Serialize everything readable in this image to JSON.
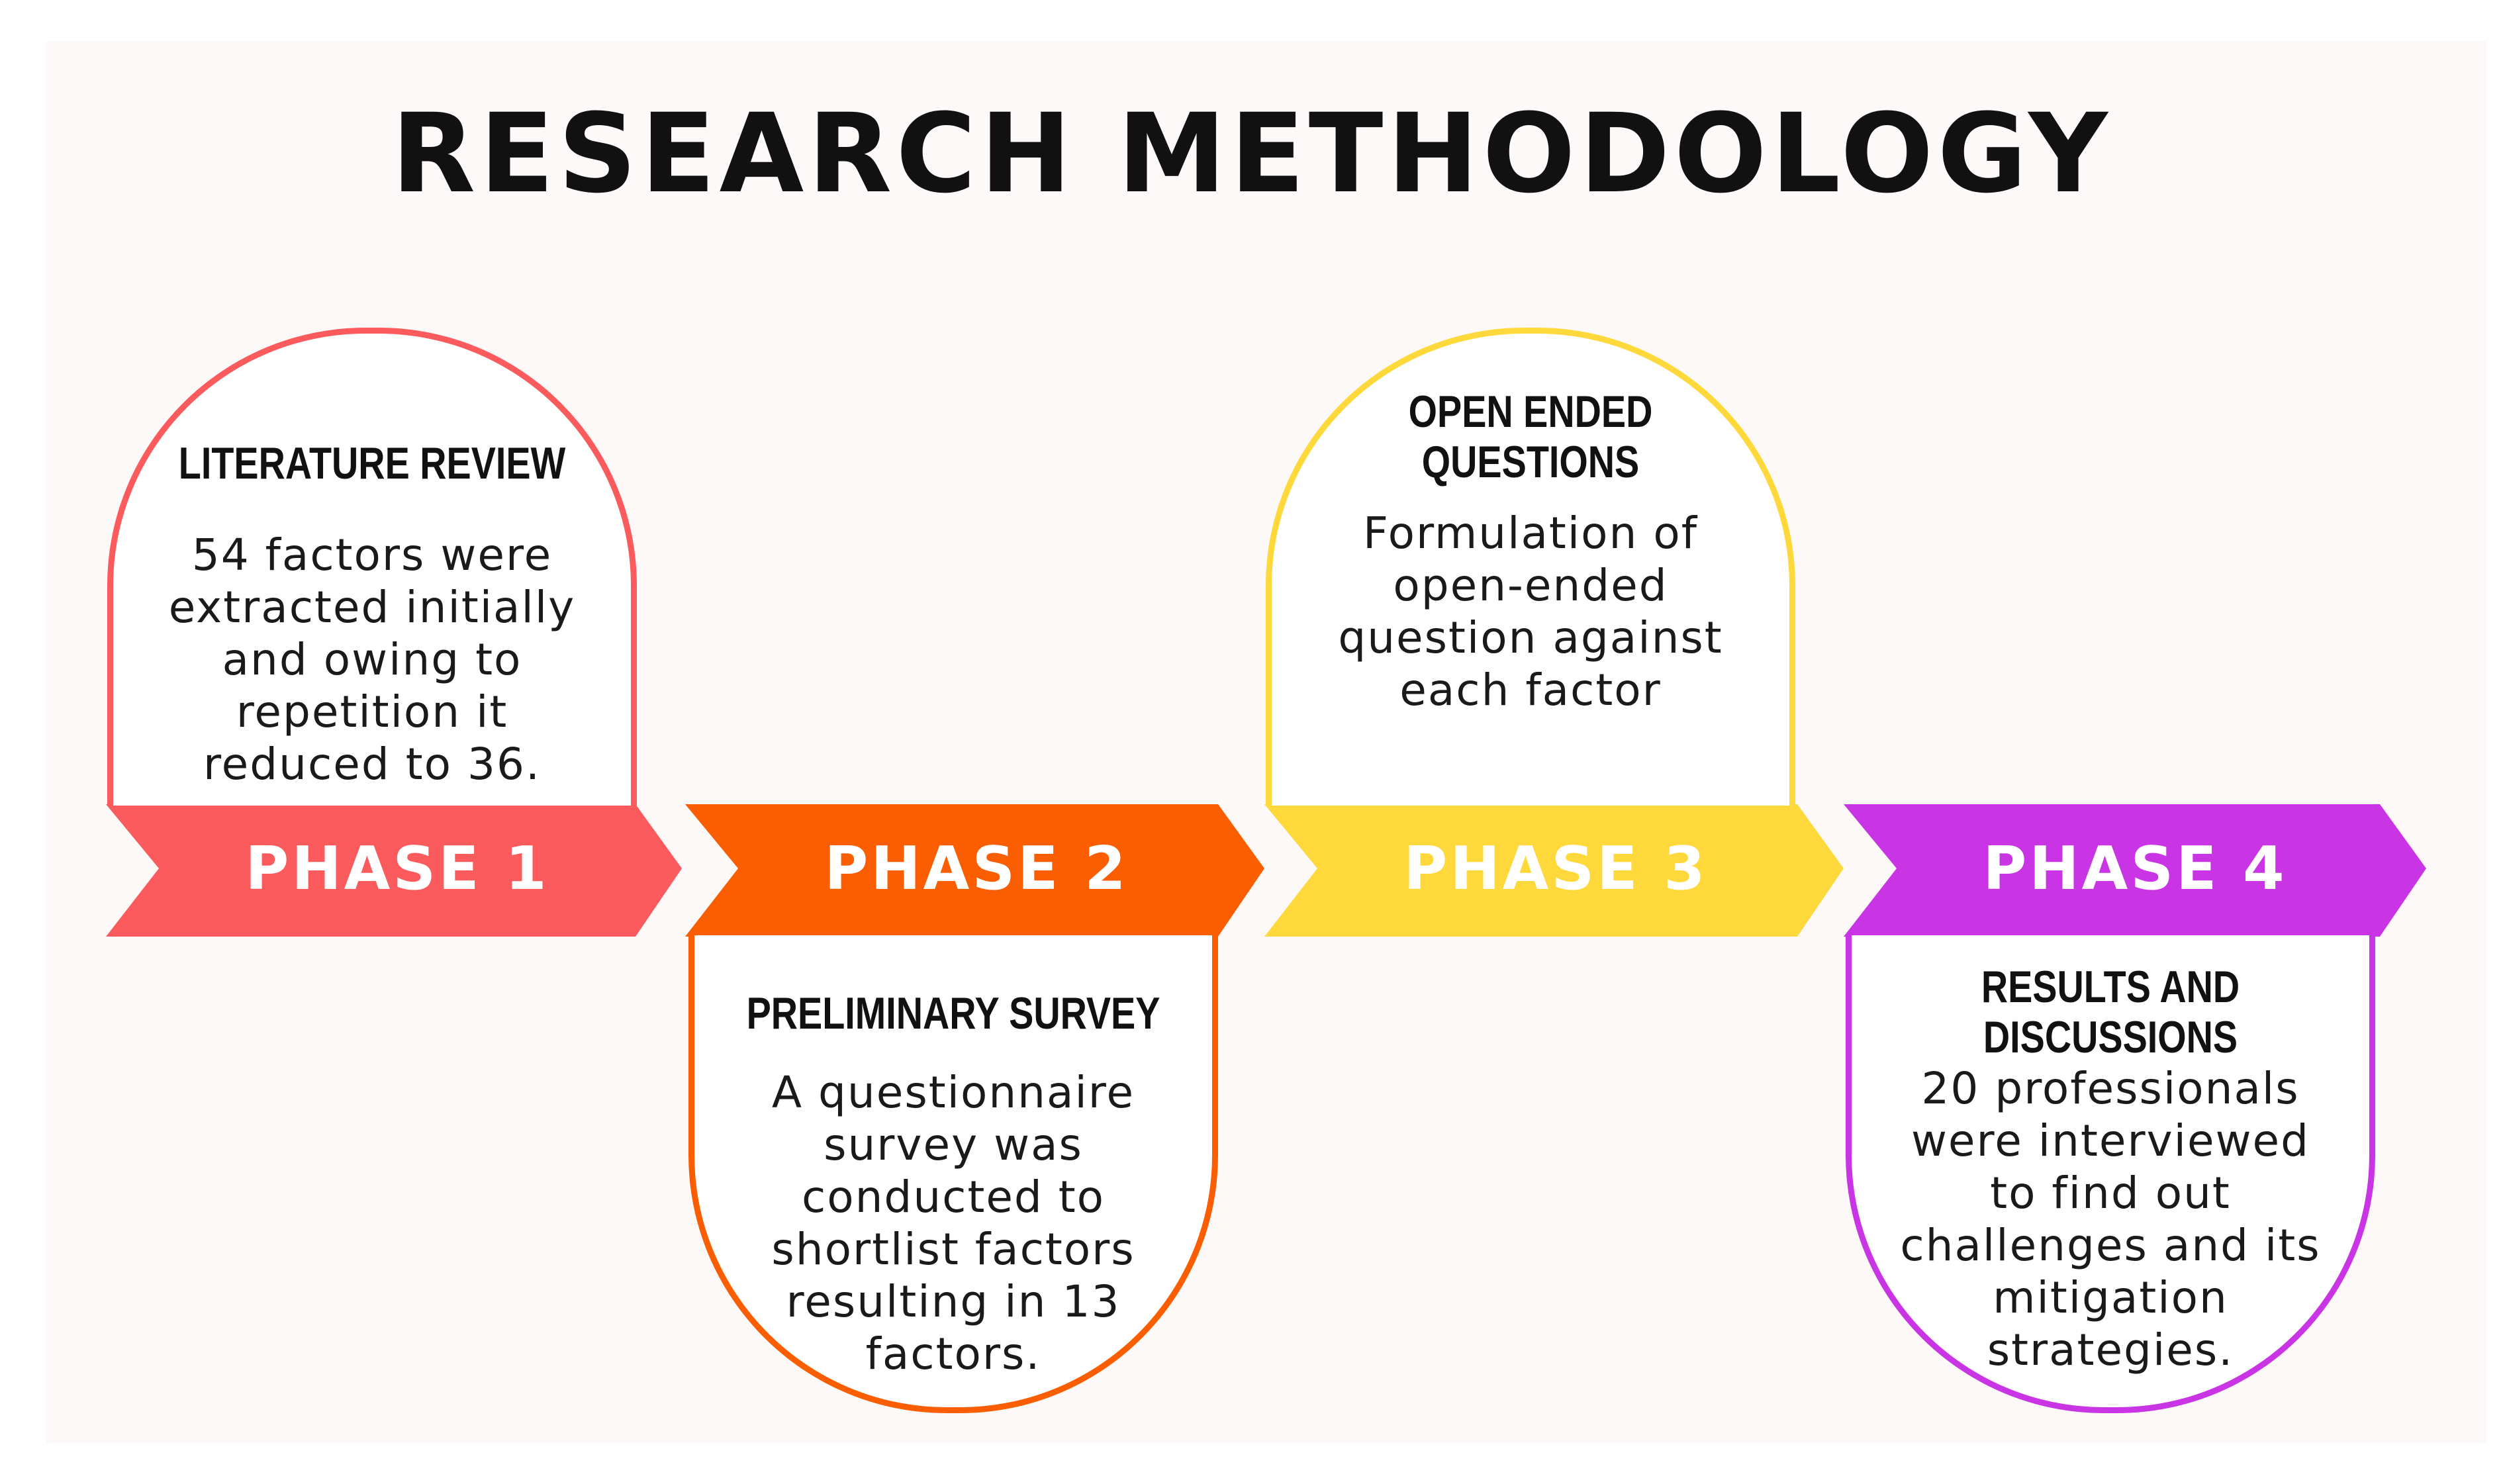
{
  "title": "RESEARCH METHODOLOGY",
  "phases": [
    {
      "label": "PHASE 1",
      "color": "#fc5b5d",
      "heading": "LITERATURE REVIEW",
      "body_lines": [
        "54 factors were",
        "extracted initially",
        "and owing to",
        "repetition it",
        "reduced to 36."
      ]
    },
    {
      "label": "PHASE 2",
      "color": "#fb5e00",
      "heading": "PRELIMINARY SURVEY",
      "body_lines": [
        "A questionnaire",
        "survey was",
        "conducted to",
        "shortlist factors",
        "resulting in 13",
        "factors."
      ]
    },
    {
      "label": "PHASE 3",
      "color": "#ffd93b",
      "heading_lines": [
        "OPEN ENDED",
        "QUESTIONS"
      ],
      "body_lines": [
        "Formulation of",
        "open-ended",
        "question against",
        "each factor"
      ]
    },
    {
      "label": "PHASE 4",
      "color": "#c934e4",
      "heading_lines": [
        "RESULTS AND",
        "DISCUSSIONS"
      ],
      "body_lines": [
        "20 professionals",
        "were interviewed",
        "to find out",
        "challenges and its",
        "mitigation",
        "strategies."
      ]
    }
  ]
}
